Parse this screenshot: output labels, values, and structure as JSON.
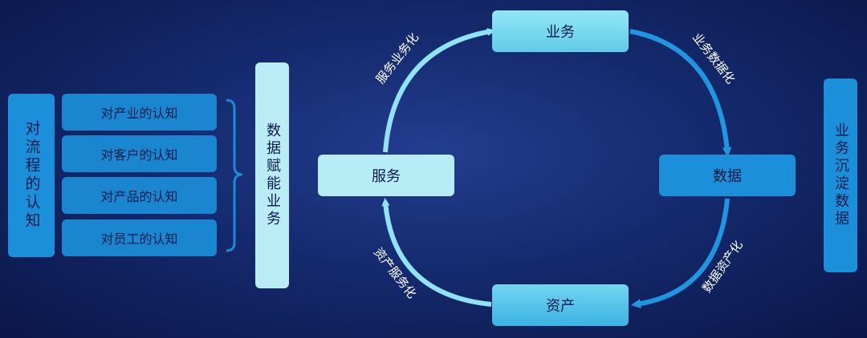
{
  "left": {
    "title": "对流程的认知",
    "items": [
      "对产业的认知",
      "对客户的认知",
      "对产品的认知",
      "对员工的认知"
    ]
  },
  "center_label": "数据赋能业务",
  "right_label": "业务沉淀数据",
  "cycle": {
    "nodes": {
      "business": "业务",
      "data": "数据",
      "asset": "资产",
      "service": "服务"
    },
    "edges": {
      "business_to_data": "业务数据化",
      "data_to_asset": "数据资产化",
      "asset_to_service": "资产服务化",
      "service_to_business": "服务业务化"
    }
  },
  "colors": {
    "arrow_light": "#8fe3f5",
    "arrow_blue": "#1e96e0"
  }
}
